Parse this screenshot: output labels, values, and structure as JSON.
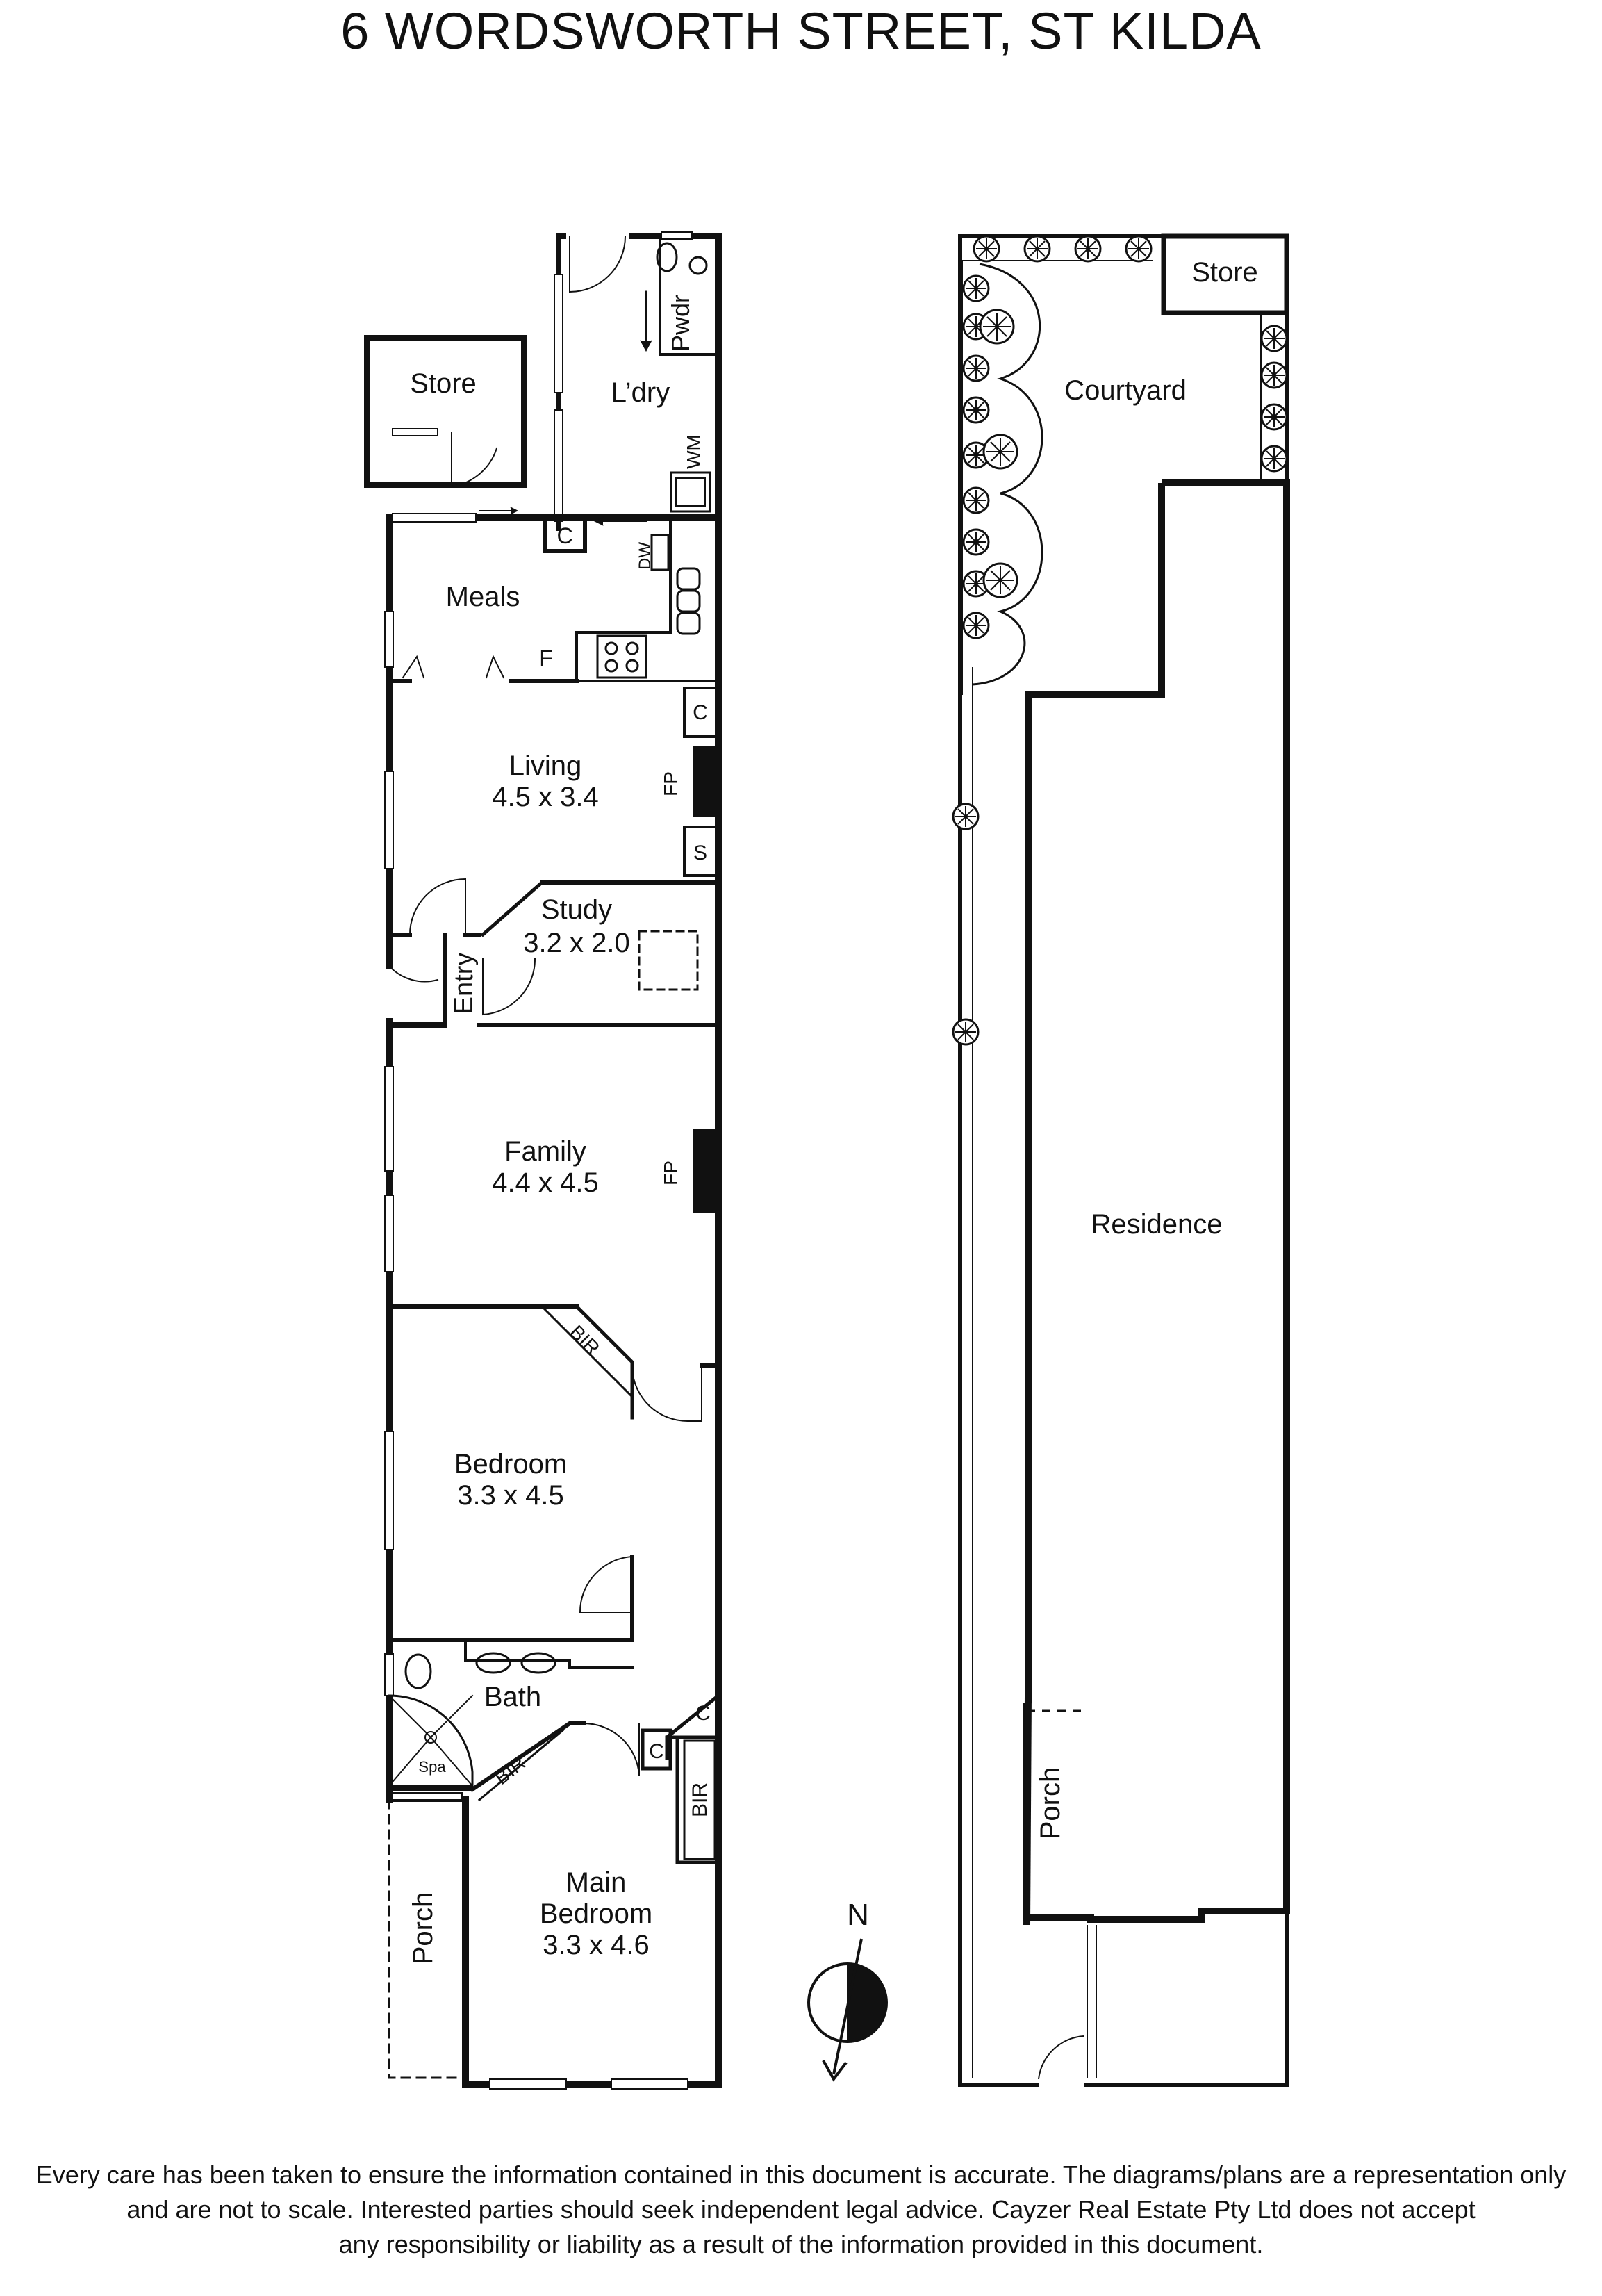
{
  "title": "6 WORDSWORTH STREET, ST KILDA",
  "plan": {
    "rooms": {
      "store_outbuilding": "Store",
      "laundry": "L’dry",
      "powder": "Pwdr",
      "wm": "WM",
      "dw": "DW",
      "meals": "Meals",
      "fridge": "F",
      "cupboard_kitchen": "C",
      "living": "Living",
      "living_dims": "4.5 x 3.4",
      "living_cupboard": "C",
      "living_fp": "FP",
      "living_shelf": "S",
      "study": "Study",
      "study_dims": "3.2 x 2.0",
      "entry": "Entry",
      "family": "Family",
      "family_dims": "4.4 x 4.5",
      "family_fp": "FP",
      "bedroom_bir": "BIR",
      "bedroom": "Bedroom",
      "bedroom_dims": "3.3 x 4.5",
      "bath": "Bath",
      "spa": "Spa",
      "main_bir": "BIR",
      "main_bir_side": "BIR",
      "main_c1": "C",
      "main_c2": "C",
      "main_bedroom_line1": "Main",
      "main_bedroom_line2": "Bedroom",
      "main_bedroom_dims": "3.3 x 4.6",
      "porch": "Porch"
    },
    "compass": {
      "label": "N"
    }
  },
  "site": {
    "store": "Store",
    "courtyard": "Courtyard",
    "residence": "Residence",
    "porch": "Porch"
  },
  "disclaimer": [
    "Every care has been taken to ensure the information contained in this document is accurate. The diagrams/plans are a representation only",
    "and are not to scale. Interested parties should seek independent legal advice. Cayzer Real Estate Pty Ltd does not accept",
    "any responsibility or liability as a result of the information provided in this document."
  ]
}
